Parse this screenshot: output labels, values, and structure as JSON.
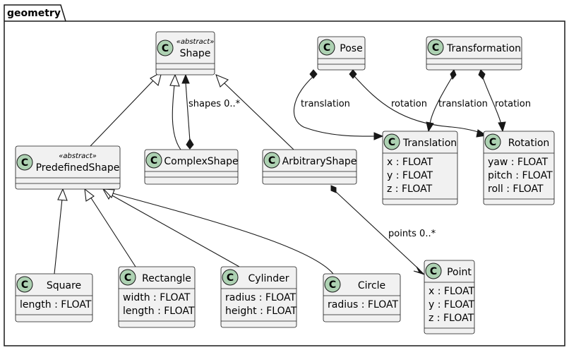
{
  "package": {
    "label": "geometry"
  },
  "classes": [
    {
      "id": "shape",
      "name": "Shape",
      "stereotype": "«abstract»",
      "attributes": []
    },
    {
      "id": "pose",
      "name": "Pose",
      "stereotype": "",
      "attributes": []
    },
    {
      "id": "transformation",
      "name": "Transformation",
      "stereotype": "",
      "attributes": []
    },
    {
      "id": "predefined",
      "name": "PredefinedShape",
      "stereotype": "«abstract»",
      "attributes": []
    },
    {
      "id": "complex",
      "name": "ComplexShape",
      "stereotype": "",
      "attributes": []
    },
    {
      "id": "arbitrary",
      "name": "ArbitraryShape",
      "stereotype": "",
      "attributes": []
    },
    {
      "id": "translation",
      "name": "Translation",
      "stereotype": "",
      "attributes": [
        "x : FLOAT",
        "y : FLOAT",
        "z : FLOAT"
      ]
    },
    {
      "id": "rotation",
      "name": "Rotation",
      "stereotype": "",
      "attributes": [
        "yaw : FLOAT",
        "pitch : FLOAT",
        "roll : FLOAT"
      ]
    },
    {
      "id": "square",
      "name": "Square",
      "stereotype": "",
      "attributes": [
        "length : FLOAT"
      ]
    },
    {
      "id": "rectangle",
      "name": "Rectangle",
      "stereotype": "",
      "attributes": [
        "width : FLOAT",
        "length : FLOAT"
      ]
    },
    {
      "id": "cylinder",
      "name": "Cylinder",
      "stereotype": "",
      "attributes": [
        "radius : FLOAT",
        "height : FLOAT"
      ]
    },
    {
      "id": "circle",
      "name": "Circle",
      "stereotype": "",
      "attributes": [
        "radius : FLOAT"
      ]
    },
    {
      "id": "point",
      "name": "Point",
      "stereotype": "",
      "attributes": [
        "x : FLOAT",
        "y : FLOAT",
        "z : FLOAT"
      ]
    }
  ],
  "relations": [
    {
      "id": "predefined-shape",
      "from": "predefined",
      "to": "shape",
      "kind": "inheritance",
      "label": ""
    },
    {
      "id": "complex-shape-inherit",
      "from": "complex",
      "to": "shape",
      "kind": "inheritance",
      "label": ""
    },
    {
      "id": "arbitrary-shape",
      "from": "arbitrary",
      "to": "shape",
      "kind": "inheritance",
      "label": ""
    },
    {
      "id": "complex-shapes",
      "from": "complex",
      "to": "shape",
      "kind": "composition",
      "label": "shapes 0..*"
    },
    {
      "id": "pose-translation",
      "from": "pose",
      "to": "translation",
      "kind": "composition",
      "label": "translation"
    },
    {
      "id": "pose-rotation",
      "from": "pose",
      "to": "rotation",
      "kind": "composition",
      "label": "rotation"
    },
    {
      "id": "transformation-translation",
      "from": "transformation",
      "to": "translation",
      "kind": "composition",
      "label": "translation"
    },
    {
      "id": "transformation-rotation",
      "from": "transformation",
      "to": "rotation",
      "kind": "composition",
      "label": "rotation"
    },
    {
      "id": "square-predefined",
      "from": "square",
      "to": "predefined",
      "kind": "inheritance",
      "label": ""
    },
    {
      "id": "rectangle-predefined",
      "from": "rectangle",
      "to": "predefined",
      "kind": "inheritance",
      "label": ""
    },
    {
      "id": "cylinder-predefined",
      "from": "cylinder",
      "to": "predefined",
      "kind": "inheritance",
      "label": ""
    },
    {
      "id": "circle-predefined",
      "from": "circle",
      "to": "predefined",
      "kind": "inheritance",
      "label": ""
    },
    {
      "id": "arbitrary-points",
      "from": "arbitrary",
      "to": "point",
      "kind": "composition",
      "label": "points 0..*"
    }
  ],
  "colors": {
    "class_fill": "#f1f1f1",
    "border": "#181818",
    "c_circle": "#add1b2",
    "background": "#ffffff"
  }
}
